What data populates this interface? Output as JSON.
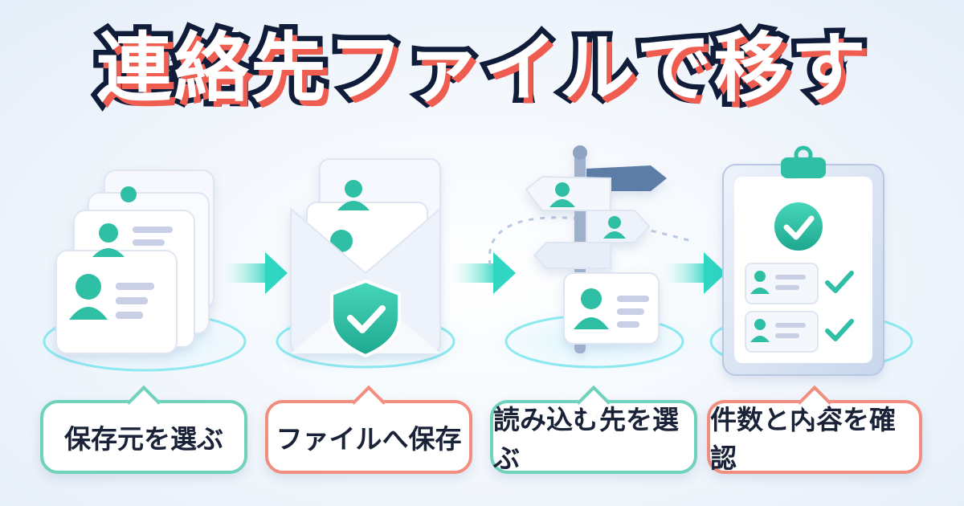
{
  "title": "連絡先ファイルで移す",
  "colors": {
    "teal": "#2fbfa4",
    "navy": "#0f1c3a",
    "accent_red": "#ef5d50",
    "bubble_green": "#6fd2ba",
    "bubble_red": "#f28e80"
  },
  "steps": [
    {
      "label": "保存元を選ぶ",
      "icon": "contact-cards-icon"
    },
    {
      "label": "ファイルへ保存",
      "icon": "envelope-shield-icon"
    },
    {
      "label": "読み込む先を選ぶ",
      "icon": "signpost-icon"
    },
    {
      "label": "件数と内容を確認",
      "icon": "clipboard-check-icon"
    }
  ]
}
